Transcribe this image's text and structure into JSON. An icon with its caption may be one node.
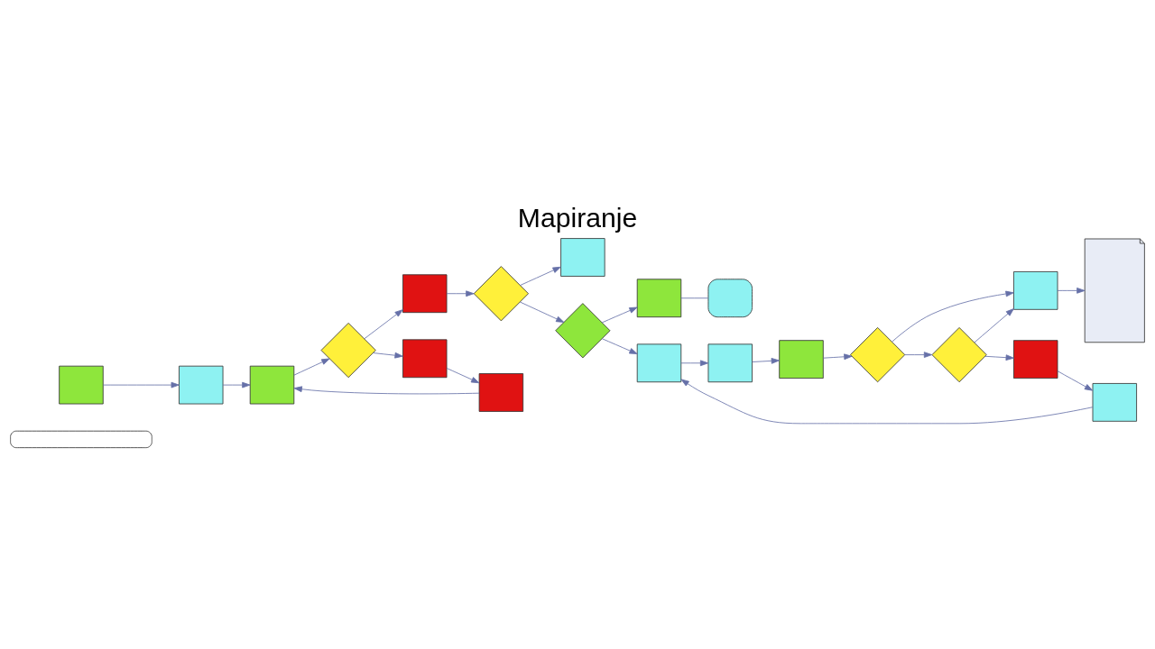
{
  "diagram": {
    "title": "Mapiranje",
    "nodes": [
      {
        "text": [],
        "shape": "box"
      },
      {
        "text": [],
        "shape": "box"
      },
      {
        "text": [],
        "shape": "box"
      },
      {
        "text": [],
        "shape": "box"
      },
      {
        "text": [],
        "shape": "diamond"
      },
      {
        "text": [],
        "shape": "box"
      },
      {
        "text": [],
        "shape": "diamond"
      },
      {
        "text": [],
        "shape": "box"
      },
      {
        "text": [],
        "shape": "box"
      },
      {
        "text": [],
        "shape": "box"
      },
      {
        "text": [],
        "shape": "box"
      },
      {
        "text": [],
        "shape": "diamond"
      },
      {
        "text": [],
        "shape": "box"
      },
      {
        "text": [],
        "shape": "document"
      },
      {
        "text": [],
        "shape": "box"
      },
      {
        "text": [],
        "shape": "diamond"
      },
      {
        "text": [],
        "shape": "box"
      },
      {
        "text": [],
        "shape": "box"
      },
      {
        "text": [],
        "shape": "box"
      },
      {
        "text": [],
        "shape": "diamond"
      },
      {
        "text": [],
        "shape": "box"
      },
      {
        "text": [],
        "shape": "box"
      }
    ],
    "edges": [
      {
        "from": 1,
        "to": 2,
        "arrow": "to"
      },
      {
        "from": 2,
        "to": 3,
        "arrow": "to"
      },
      {
        "from": 3,
        "to": 4,
        "arrow": "to"
      },
      {
        "from": 4,
        "to": 5,
        "arrow": "to"
      },
      {
        "from": 5,
        "to": 6,
        "arrow": "to"
      },
      {
        "from": 6,
        "to": 7,
        "arrow": "to"
      },
      {
        "from": 6,
        "to": 11,
        "arrow": "to"
      },
      {
        "from": 4,
        "to": 10,
        "arrow": "to"
      },
      {
        "from": 10,
        "to": 9,
        "arrow": "to"
      },
      {
        "from": 9,
        "to": 3,
        "arrow": "to"
      },
      {
        "from": 11,
        "to": 12,
        "arrow": "to"
      },
      {
        "from": 12,
        "to": 8,
        "arrow": "none"
      },
      {
        "from": 11,
        "to": 18,
        "arrow": "to"
      },
      {
        "from": 18,
        "to": 17,
        "arrow": "to"
      },
      {
        "from": 17,
        "to": 16,
        "arrow": "to"
      },
      {
        "from": 16,
        "to": 15,
        "arrow": "to"
      },
      {
        "from": 15,
        "to": 14,
        "arrow": "to"
      },
      {
        "from": 15,
        "to": 19,
        "arrow": "to"
      },
      {
        "from": 19,
        "to": 20,
        "arrow": "to"
      },
      {
        "from": 20,
        "to": 21,
        "arrow": "to"
      },
      {
        "from": 21,
        "to": 18,
        "arrow": "to"
      },
      {
        "from": 19,
        "to": 14,
        "arrow": "to"
      },
      {
        "from": 14,
        "to": 13,
        "arrow": "to"
      }
    ]
  }
}
